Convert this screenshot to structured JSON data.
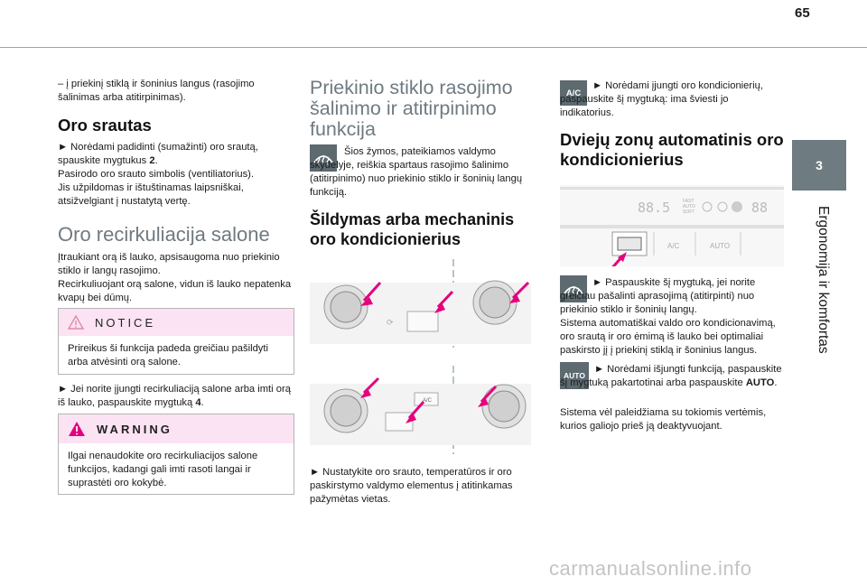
{
  "page_number": "65",
  "chapter": {
    "number": "3",
    "title": "Ergonomija ir komfortas"
  },
  "col1": {
    "intro": "– į priekinį stiklą ir šoninius langus (rasojimo šalinimas arba atitirpinimas).",
    "airflow": {
      "heading": "Oro srautas",
      "p1_pre": "► Norėdami padidinti (sumažinti) oro srautą, spauskite mygtukus ",
      "p1_num": "2",
      "p1_post": ".",
      "p2": "Pasirodo oro srauto simbolis (ventiliatorius).",
      "p3": "Jis užpildomas ir ištuštinamas laipsniškai, atsižvelgiant į nustatytą vertę."
    },
    "recirc": {
      "heading": "Oro recirkuliacija salone",
      "p1": "Įtraukiant orą iš lauko, apsisaugoma nuo priekinio stiklo ir langų rasojimo.",
      "p2": "Recirkuliuojant orą salone, vidun iš lauko nepatenka kvapų bei dūmų."
    },
    "notice": {
      "title": "NOTICE",
      "text": "Prireikus ši funkcija padeda greičiau pašildyti arba atvėsinti orą salone."
    },
    "recirc_action_pre": "► Jei norite įjungti recirkuliaciją salone arba imti orą iš lauko, paspauskite mygtuką ",
    "recirc_action_num": "4",
    "recirc_action_post": ".",
    "warning": {
      "title": "WARNING",
      "text": "Ilgai nenaudokite oro recirkuliacijos salone funkcijos, kadangi gali imti rasoti langai ir suprastėti oro kokybė."
    }
  },
  "col2": {
    "heading": "Priekinio stiklo rasojimo šalinimo ir atitirpinimo funkcija",
    "symbol_text": "Šios žymos, pateikiamos valdymo skydelyje, reiškia spartaus rasojimo šalinimo (atitirpinimo) nuo priekinio stiklo ir šoninių langų funkciją.",
    "subheading": "Šildymas arba mechaninis oro kondicionierius",
    "panel_ac_label": "A/C",
    "caption": "► Nustatykite oro srauto, temperatūros ir oro paskirstymo valdymo elementus į atitinkamas pažymėtas vietas."
  },
  "col3": {
    "ac_icon": "A/C",
    "ac_text": "► Norėdami įjungti oro kondicionierių, paspauskite šį mygtuką: ima šviesti jo indikatorius.",
    "heading": "Dviejų zonų automatinis oro kondicionierius",
    "display": {
      "temp_left": "88.5",
      "fan_modes": [
        "FAST",
        "AUTO",
        "SOFT"
      ],
      "temp_right": "88"
    },
    "panel_buttons": {
      "ac": "A/C",
      "auto": "AUTO"
    },
    "defrost_text": "► Paspauskite šį mygtuką, jei norite greičiau pašalinti aprasojimą (atitirpinti) nuo priekinio stiklo ir šoninių langų.",
    "p2": "Sistema automatiškai valdo oro kondicionavimą, oro srautą ir oro ėmimą iš lauko bei optimaliai paskirsto jį į priekinį stiklą ir šoninius langus.",
    "auto_icon": "AUTO",
    "auto_text_pre": "► Norėdami išjungti funkciją, paspauskite šį mygtuką pakartotinai arba paspauskite ",
    "auto_text_bold": "AUTO",
    "auto_text_post": ".",
    "p3": "Sistema vėl paleidžiama su tokiomis vertėmis, kurios galiojo prieš ją deaktyvuojant."
  },
  "watermark": "carmanualsonline.info",
  "colors": {
    "accent_pink": "#e5007e",
    "notice_bg": "#fbe3f3",
    "tab_bg": "#6e7b80"
  }
}
